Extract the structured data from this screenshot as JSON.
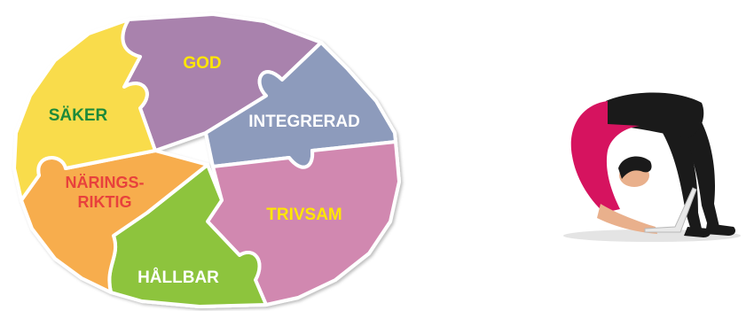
{
  "puzzle": {
    "pieces": [
      {
        "id": "god",
        "lines": [
          "GOD"
        ],
        "fill": "#a982ad",
        "text_color": "#ffe600"
      },
      {
        "id": "integrerad",
        "lines": [
          "INTEGRERAD"
        ],
        "fill": "#8d9bbc",
        "text_color": "#ffffff"
      },
      {
        "id": "trivsam",
        "lines": [
          "TRIVSAM"
        ],
        "fill": "#d188b0",
        "text_color": "#ffe600"
      },
      {
        "id": "hallbar",
        "lines": [
          "HÅLLBAR"
        ],
        "fill": "#8dc43e",
        "text_color": "#ffffff"
      },
      {
        "id": "naringsriktig",
        "lines": [
          "NÄRINGS-",
          "RIKTIG"
        ],
        "fill": "#f7ad4e",
        "text_color": "#e8413c"
      },
      {
        "id": "saker",
        "lines": [
          "SÄKER"
        ],
        "fill": "#f9dc4c",
        "text_color": "#1e8a3a"
      }
    ]
  },
  "photo": {
    "subject": "woman-backbend-laptop",
    "colors": {
      "top": "#d6135f",
      "skirt": "#1a1a1a",
      "skin": "#e9b08c",
      "laptop": "#e8e8e8"
    }
  }
}
